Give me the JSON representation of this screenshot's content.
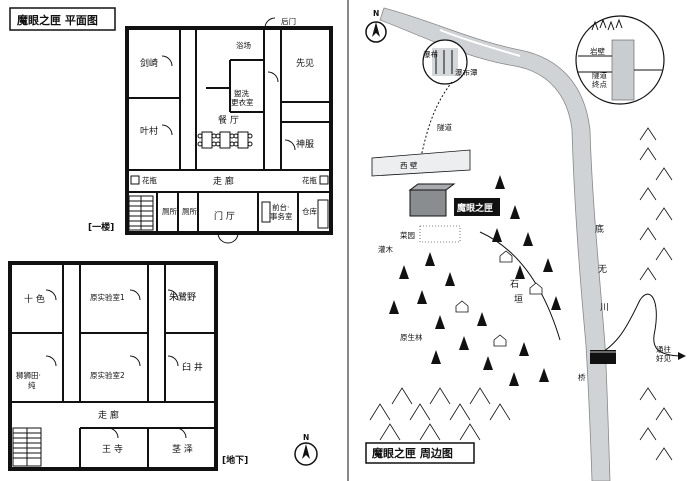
{
  "floor1": {
    "title": "魔眼之匣  平面图",
    "floor_tag": "[一楼]",
    "rooms": {
      "kenzaki": "剑崎",
      "hayami": "先见",
      "bath": "浴场",
      "laundry": "盥洗\n更衣室",
      "dining": "餐 厅",
      "kanhari": "神服",
      "hamura": "叶村",
      "vase_left": "花瓶",
      "corridor": "走  廊",
      "vase_right": "花瓶",
      "toilet1": "厕所",
      "toilet2": "厕所",
      "lobby": "门  厅",
      "front_desk": "前台·\n事务室",
      "storage": "仓库",
      "back_door": "后门"
    }
  },
  "basement": {
    "floor_tag": "[地下]",
    "rooms": {
      "toiro": "十 色",
      "lab1": "原实验室1",
      "suzaku": "朱鷺野",
      "shishida": "狮狮田·\n纯",
      "lab2": "原实验室2",
      "shirai": "臼 井",
      "corridor": "走  廊",
      "ouji": "王 寺",
      "sasa": "茎 泽"
    }
  },
  "map": {
    "title": "魔眼之匣  周边图",
    "building_label": "魔眼之匣",
    "labels": {
      "waterfall": "瀑布",
      "waterfall_basin": "瀑布潭",
      "tunnel": "隧道",
      "wall": "西  壁",
      "shrubs": "灌木",
      "garden": "菜园",
      "river_1": "底",
      "river_2": "无",
      "river_3": "川",
      "stone_1": "石",
      "stone_2": "垣",
      "forest": "原生林",
      "bridge": "桥",
      "to_village": "通往\n好见",
      "cave_1": "岩壁",
      "cave_2": "隧道\n终点"
    }
  },
  "compass": {
    "north": "N"
  }
}
